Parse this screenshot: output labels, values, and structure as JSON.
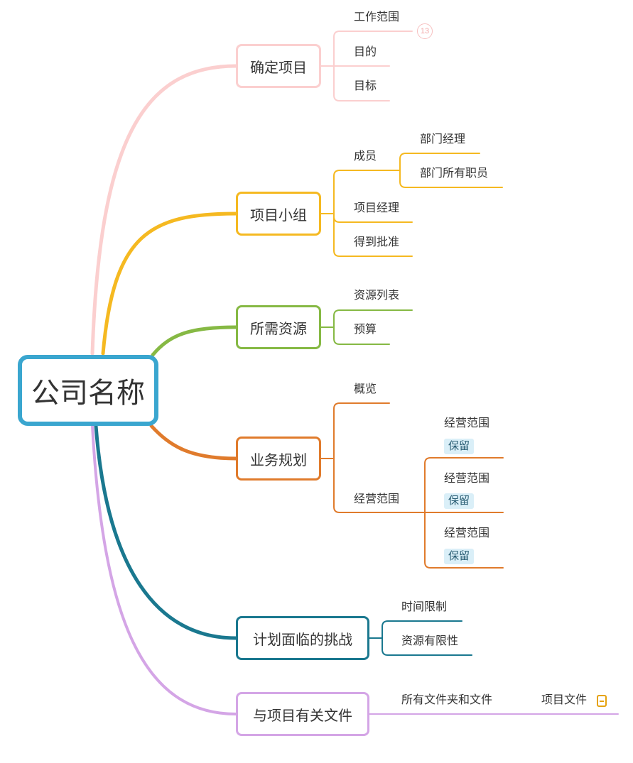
{
  "root": {
    "label": "公司名称",
    "color": "#3aa6cf"
  },
  "branches": [
    {
      "label": "确定项目",
      "color": "#fbcfcf",
      "children": [
        {
          "label": "工作范围",
          "badge": "13"
        },
        {
          "label": "目的"
        },
        {
          "label": "目标"
        }
      ]
    },
    {
      "label": "项目小组",
      "color": "#f5b921",
      "children": [
        {
          "label": "成员",
          "children": [
            {
              "label": "部门经理"
            },
            {
              "label": "部门所有职员"
            }
          ]
        },
        {
          "label": "项目经理"
        },
        {
          "label": "得到批准"
        }
      ]
    },
    {
      "label": "所需资源",
      "color": "#86b944",
      "children": [
        {
          "label": "资源列表"
        },
        {
          "label": "预算"
        }
      ]
    },
    {
      "label": "业务规划",
      "color": "#e07b2c",
      "children": [
        {
          "label": "概览"
        },
        {
          "label": "经营范围",
          "children": [
            {
              "label": "经营范围",
              "tag": "保留"
            },
            {
              "label": "经营范围",
              "tag": "保留"
            },
            {
              "label": "经营范围",
              "tag": "保留"
            }
          ]
        }
      ]
    },
    {
      "label": "计划面临的挑战",
      "color": "#1a788f",
      "children": [
        {
          "label": "时间限制"
        },
        {
          "label": "资源有限性"
        }
      ]
    },
    {
      "label": "与项目有关文件",
      "color": "#d4a5e6",
      "children": [
        {
          "label": "所有文件夹和文件",
          "children": [
            {
              "label": "项目文件",
              "icon": "note-icon"
            }
          ]
        }
      ]
    }
  ]
}
